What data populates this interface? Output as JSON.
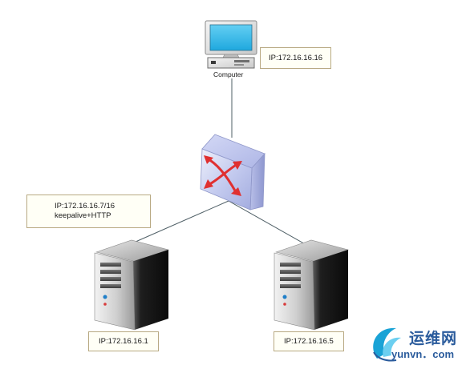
{
  "computer": {
    "caption": "Computer",
    "ip": "IP:172.16.16.16",
    "icon": "computer-icon"
  },
  "switch": {
    "icon": "switch-icon"
  },
  "virtual_ip": {
    "ip": "IP:172.16.16.7/16",
    "service": "keepalive+HTTP"
  },
  "servers": [
    {
      "ip": "IP:172.16.16.1",
      "icon": "server-icon"
    },
    {
      "ip": "IP:172.16.16.5",
      "icon": "server-icon"
    }
  ],
  "watermark": {
    "cn": "运维网",
    "en": "yunvn．com",
    "icon": "watermark-logo-icon"
  },
  "colors": {
    "connector": "#4f5f66",
    "note_border": "#b8a982",
    "note_bg": "#fffff6",
    "switch_face": "#b9c2ec",
    "switch_arrows": "#e03030",
    "monitor_screen": "#29b7ea",
    "watermark": "#2a5b9c"
  }
}
